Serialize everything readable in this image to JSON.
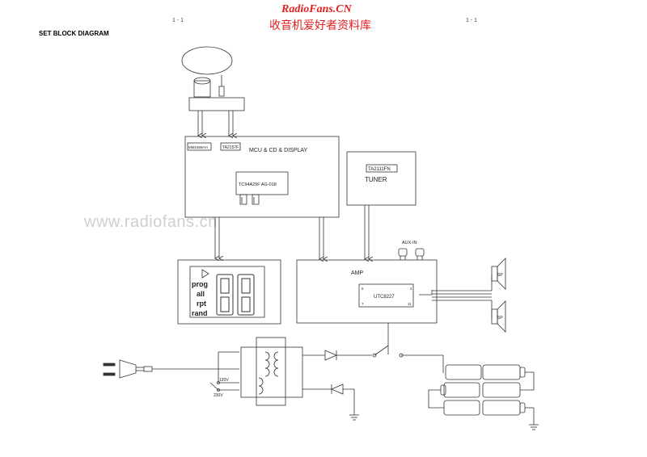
{
  "header": {
    "page_left": "1 - 1",
    "page_right": "1 - 1",
    "brand_en": "RadioFans.CN",
    "brand_cn": "收音机爱好者资料库",
    "title": "SET BLOCK DIAGRAM"
  },
  "watermark": "www.radiofans.cn",
  "blocks": {
    "mcu": {
      "label": "MCU & CD & DISPLAY",
      "chip1": "MM1669AH",
      "chip2": "TA2157F",
      "chip3": "TC94A29F  AG-018"
    },
    "tuner": {
      "label": "TUNER",
      "chip": "TA2111FN"
    },
    "amp": {
      "label": "AMP",
      "chip": "UTC8227",
      "pin6": "6",
      "pin2": "2",
      "pin7": "7",
      "pin11": "11"
    },
    "aux": {
      "label": "AUX-IN"
    },
    "display": {
      "line1": "prog",
      "line2": "all",
      "line3": "rpt",
      "line4": "rand"
    },
    "speakers": {
      "top": "SP",
      "bottom": "SP"
    },
    "power": {
      "v120": "120V",
      "v230": "230V"
    }
  }
}
